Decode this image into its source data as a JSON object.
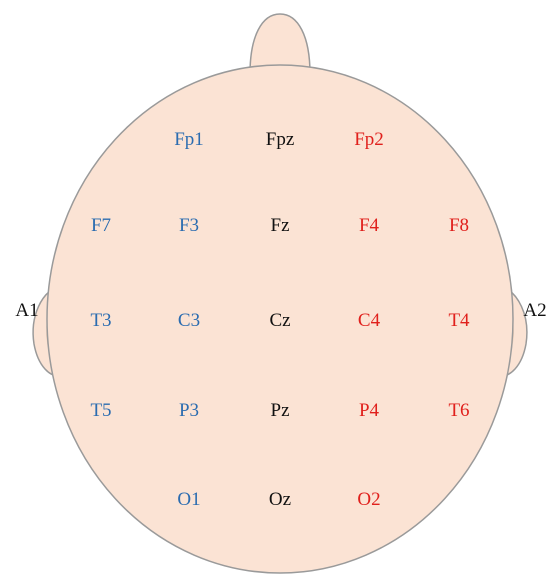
{
  "colors": {
    "left": "#2b6cb0",
    "midline": "#111111",
    "right": "#e0201c",
    "skin": "#fbe3d4",
    "outline": "#9a9a9a"
  },
  "ears": {
    "left": "A1",
    "right": "A2"
  },
  "electrodes": [
    {
      "id": "fp1",
      "label": "Fp1",
      "side": "left"
    },
    {
      "id": "fpz",
      "label": "Fpz",
      "side": "midline"
    },
    {
      "id": "fp2",
      "label": "Fp2",
      "side": "right"
    },
    {
      "id": "f7",
      "label": "F7",
      "side": "left"
    },
    {
      "id": "f3",
      "label": "F3",
      "side": "left"
    },
    {
      "id": "fz",
      "label": "Fz",
      "side": "midline"
    },
    {
      "id": "f4",
      "label": "F4",
      "side": "right"
    },
    {
      "id": "f8",
      "label": "F8",
      "side": "right"
    },
    {
      "id": "t3",
      "label": "T3",
      "side": "left"
    },
    {
      "id": "c3",
      "label": "C3",
      "side": "left"
    },
    {
      "id": "cz",
      "label": "Cz",
      "side": "midline"
    },
    {
      "id": "c4",
      "label": "C4",
      "side": "right"
    },
    {
      "id": "t4",
      "label": "T4",
      "side": "right"
    },
    {
      "id": "t5",
      "label": "T5",
      "side": "left"
    },
    {
      "id": "p3",
      "label": "P3",
      "side": "left"
    },
    {
      "id": "pz",
      "label": "Pz",
      "side": "midline"
    },
    {
      "id": "p4",
      "label": "P4",
      "side": "right"
    },
    {
      "id": "t6",
      "label": "T6",
      "side": "right"
    },
    {
      "id": "o1",
      "label": "O1",
      "side": "left"
    },
    {
      "id": "oz",
      "label": "Oz",
      "side": "midline"
    },
    {
      "id": "o2",
      "label": "O2",
      "side": "right"
    }
  ]
}
